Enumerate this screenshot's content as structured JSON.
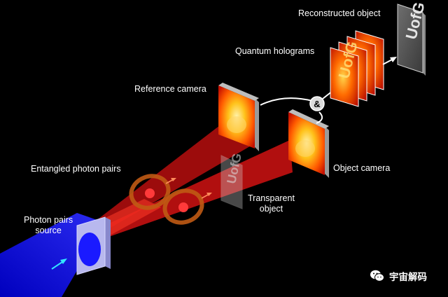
{
  "labels": {
    "reconstructed_object": "Reconstructed object",
    "quantum_holograms": "Quantum holograms",
    "reference_camera": "Reference camera",
    "entangled_photon_pairs": "Entangled photon pairs",
    "object_camera": "Object camera",
    "transparent_object_line1": "Transparent",
    "transparent_object_line2": "object",
    "photon_pairs_source_line1": "Photon pairs",
    "photon_pairs_source_line2": "source",
    "combine_symbol": "&",
    "object_letters": "UofG"
  },
  "watermark": {
    "text": "宇宙解码",
    "icon": "wechat-icon"
  },
  "colors": {
    "background": "#000000",
    "pump_beam": "#1a1aff",
    "photon_beam": "#e01010",
    "photon_dot": "#ff3a3a",
    "entanglement_loop": "#c05a14",
    "arrow_cyan": "#33e6ff",
    "text": "#ffffff"
  }
}
